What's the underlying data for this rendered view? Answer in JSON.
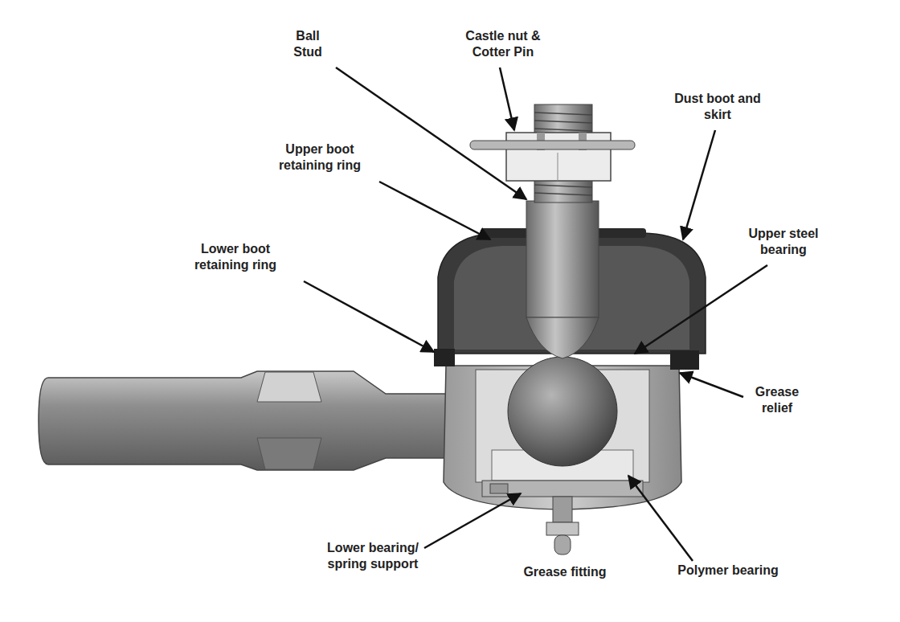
{
  "diagram": {
    "labels": [
      "Ball Stud",
      "Castle nut & Cotter Pin",
      "Dust boot and skirt",
      "Upper boot retaining ring",
      "Upper steel bearing",
      "Lower boot retaining ring",
      "Grease relief",
      "Lower bearing/ spring support",
      "Grease fitting",
      "Polymer bearing"
    ]
  }
}
